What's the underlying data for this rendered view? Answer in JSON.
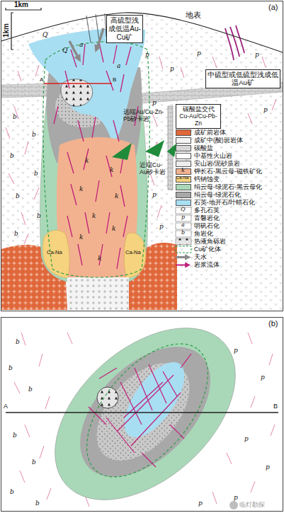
{
  "diagram": {
    "nodes": [
      {
        "text": [
          "高硫型浅成低温Au-Cu矿"
        ]
      },
      {
        "text": [
          "中硫型或低硫型浅成低温Au矿"
        ]
      },
      {
        "text": [
          "碳酸盐交代Cu-Au/Cu-Pb-Zn"
        ]
      }
    ],
    "labels": [
      "1km",
      "1km",
      "(a)",
      "地表",
      "远端Au/Cu-Zn-Pb矽卡岩",
      "近端Cu-Au矽卡岩",
      "A",
      "B",
      "Ca-Na",
      "Ca-Na",
      "(b)",
      "A",
      "B",
      "临灯勘探",
      "k",
      "Ca-Na",
      "Q",
      "p",
      "a",
      "b",
      "Q",
      "Q",
      "a",
      "a",
      "b",
      "b",
      "b",
      "b",
      "b",
      "b",
      "b",
      "p",
      "p",
      "p",
      "p",
      "p",
      "p",
      "p",
      "p",
      "k",
      "k",
      "k",
      "k",
      "k",
      "k",
      "k",
      "k",
      "b",
      "b",
      "b",
      "b",
      "b",
      "b",
      "b",
      "p",
      "p",
      "p",
      "p",
      "p",
      "p"
    ],
    "legend": [
      {
        "text": "成矿前岩体",
        "color": "#e0673a"
      },
      {
        "text": "成矿中(酸)斑岩体",
        "color": "#f4f4f4"
      },
      {
        "text": "碳酸盐",
        "color": "#d6d6d6"
      },
      {
        "text": "中基性火山岩",
        "color": "#ffffff"
      },
      {
        "text": "安山岩/泥砂质岩",
        "color": "#ededed"
      },
      {
        "text": "钾长石-黑云母-磁铁矿化",
        "color": "#f2b28f"
      },
      {
        "text": "钙钠蚀变",
        "color": "#f6d37e"
      },
      {
        "text": "绢云母-绿泥石-黑云母化",
        "color": "#a9d8b8"
      },
      {
        "text": "绢云母-绿泥石化",
        "color": "#a8a8a8"
      },
      {
        "text": "石英-地开石/叶蜡石化",
        "color": "#a8def2"
      },
      {
        "text": "多孔石英"
      },
      {
        "text": "青磐岩化"
      },
      {
        "text": "明矾石化"
      },
      {
        "text": "角岩化"
      },
      {
        "text": "热液角砾岩"
      },
      {
        "text": "Cu矿化体"
      },
      {
        "text": "天水"
      },
      {
        "text": "岩浆流体"
      }
    ]
  }
}
